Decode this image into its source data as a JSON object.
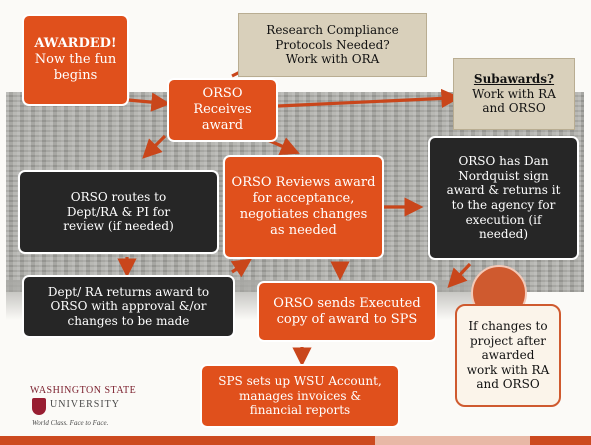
{
  "awarded": {
    "title": "AWARDED!",
    "line1": "Now the fun",
    "line2": "begins"
  },
  "compliance": {
    "line1": "Research Compliance",
    "line2": "Protocols Needed?",
    "line3": "Work with ORA"
  },
  "subawards": {
    "title": "Subawards?",
    "line1": "Work with RA",
    "line2": "and ORSO"
  },
  "orso_receives": {
    "line1": "ORSO",
    "line2": "Receives",
    "line3": "award"
  },
  "orso_routes": {
    "line1": "ORSO routes to",
    "line2": "Dept/RA & PI for",
    "line3": "review (if needed)"
  },
  "orso_reviews": {
    "line1": "ORSO Reviews award",
    "line2": "for acceptance,",
    "line3": "negotiates changes",
    "line4": "as needed"
  },
  "orso_dan": {
    "line1": "ORSO has Dan",
    "line2": "Nordquist sign",
    "line3": "award & returns it",
    "line4": "to the agency for",
    "line5": "execution (if",
    "line6": "needed)"
  },
  "dept_returns": {
    "line1": "Dept/ RA returns award to",
    "line2": "ORSO with approval &/or",
    "line3": "changes to be made"
  },
  "orso_sends": {
    "line1": "ORSO sends Executed",
    "line2": "copy of award to SPS"
  },
  "changes": {
    "line1": "If changes to",
    "line2": "project after",
    "line3": "awarded",
    "line4": "work with RA",
    "line5": "and ORSO"
  },
  "sps": {
    "line1": "SPS sets up WSU Account,",
    "line2": "manages invoices &",
    "line3": "financial reports"
  },
  "logo": {
    "line1": "WASHINGTON STATE",
    "line2": "UNIVERSITY",
    "tagline": "World Class. Face to Face."
  },
  "colors": {
    "orange": "#e0501c",
    "dark": "#262626",
    "tan": "#d9d0bb",
    "crimson": "#981e32"
  }
}
